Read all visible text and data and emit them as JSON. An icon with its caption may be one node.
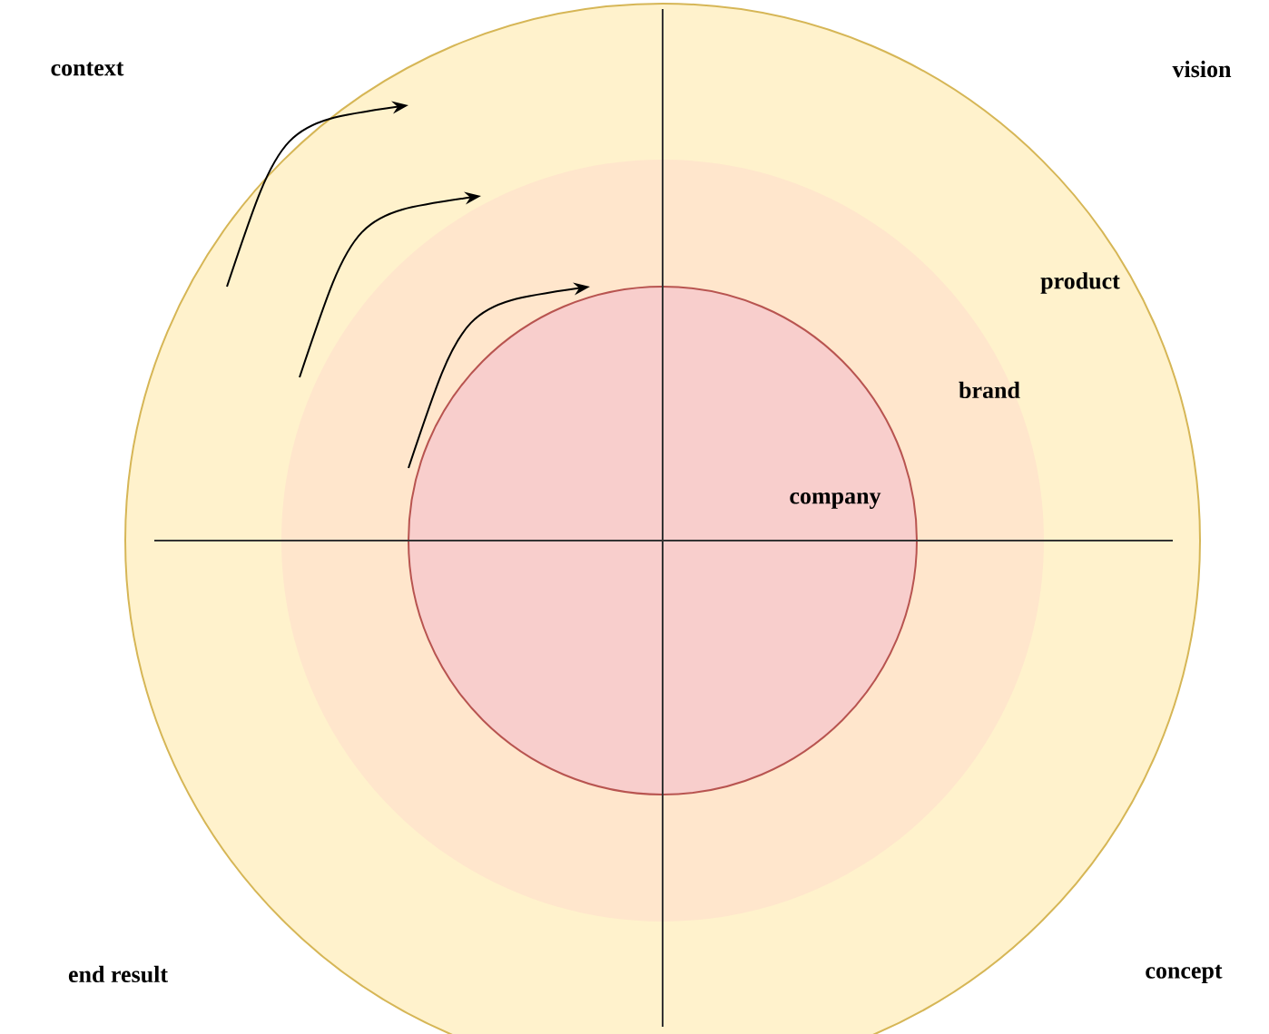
{
  "diagram": {
    "nodes": [
      {
        "text": [
          "product"
        ]
      },
      {
        "text": [
          "brand"
        ],
        "in": 0
      },
      {
        "text": [
          "company"
        ],
        "in": 1
      }
    ],
    "labels": [
      "context",
      "vision",
      "end result",
      "concept"
    ]
  }
}
